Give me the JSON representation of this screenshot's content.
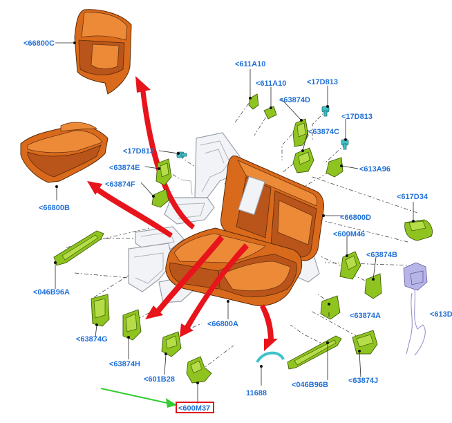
{
  "labels": {
    "l_66800C": "<66800C",
    "l_66800B": "<66800B",
    "l_611A10a": "<611A10",
    "l_611A10b": "<611A10",
    "l_17D813a": "<17D813",
    "l_63874D": "<63874D",
    "l_17D813b": "<17D813",
    "l_63874C": "<63874C",
    "l_17D813c": "<17D813",
    "l_613A96": "<613A96",
    "l_63874E": "<63874E",
    "l_63874F": "<63874F",
    "l_617D34": "<617D34",
    "l_66800D": "<66800D",
    "l_600M46": "<600M46",
    "l_63874B": "<63874B",
    "l_046B96A": "<046B96A",
    "l_613D": "<613D",
    "l_63874G": "<63874G",
    "l_63874A": "<63874A",
    "l_66800A": "<66800A",
    "l_63874H": "<63874H",
    "l_601B28": "<601B28",
    "l_046B96B": "<046B96B",
    "l_63874J": "<63874J",
    "l_11688": "11688",
    "l_600M37": "<600M37"
  },
  "highlight": {
    "selected_label": "<600M37",
    "highlight_color": "#e0141c",
    "pointer_arrow_color": "#33cc33"
  },
  "colors": {
    "label_text": "#1f6fd6",
    "seat_foam": "#d96a1c",
    "trim_cover": "#8fc31f",
    "clip": "#3fc2c9",
    "motor": "#b7b5e8",
    "motion_arrow": "#e8141c"
  }
}
